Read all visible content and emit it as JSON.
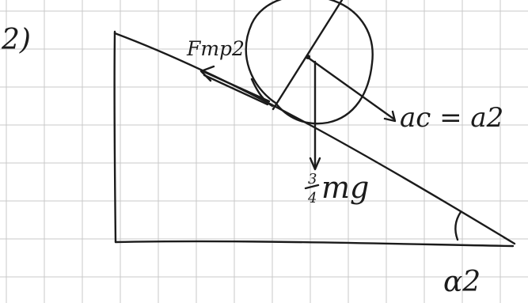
{
  "problem_number": "2)",
  "labels": {
    "friction": "Fтр2",
    "acceleration": "ac = a2",
    "gravity_fraction_num": "3",
    "gravity_fraction_den": "4",
    "gravity": "mg",
    "angle": "α2"
  },
  "colors": {
    "ink": "#1b1b1b",
    "grid": "#c9c9c9",
    "paper": "#ffffff"
  }
}
